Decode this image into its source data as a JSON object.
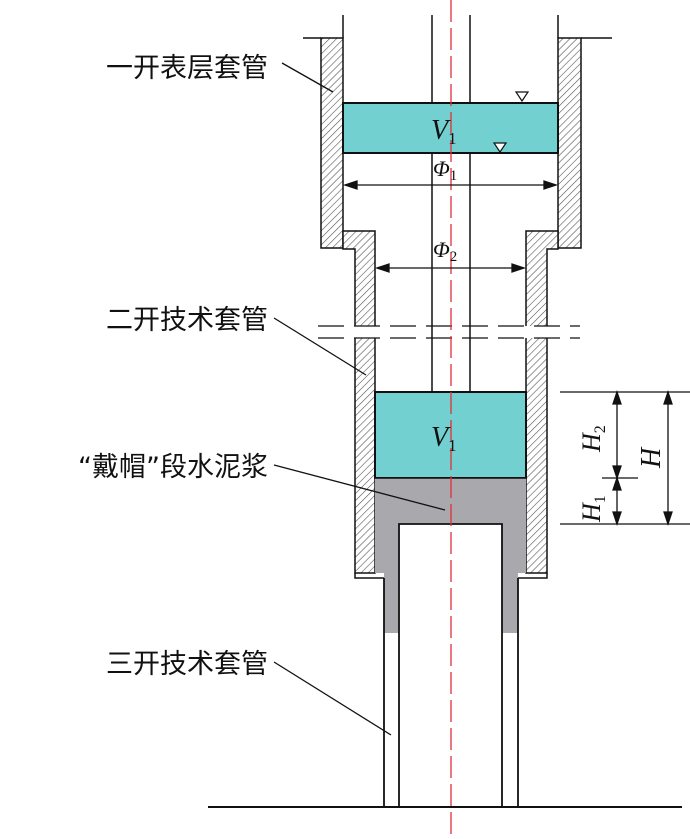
{
  "labels": {
    "surface_casing": "一开表层套管",
    "technical_casing_2": "二开技术套管",
    "cap_slurry": "“戴帽”段水泥浆",
    "technical_casing_3": "三开技术套管"
  },
  "symbols": {
    "volume_upper": {
      "main": "V",
      "sub": "1"
    },
    "volume_lower": {
      "main": "V",
      "sub": "1"
    },
    "diameter_1": {
      "main": "Φ",
      "sub": "1"
    },
    "diameter_2": {
      "main": "Φ",
      "sub": "2"
    },
    "height_1": {
      "main": "H",
      "sub": "1"
    },
    "height_2": {
      "main": "H",
      "sub": "2"
    },
    "height_total": {
      "main": "H"
    }
  },
  "colors": {
    "water": "#72d0d0",
    "cement": "#a9a9ad",
    "centerline": "#e0303a",
    "line": "#111111",
    "hatch": "#555555"
  }
}
